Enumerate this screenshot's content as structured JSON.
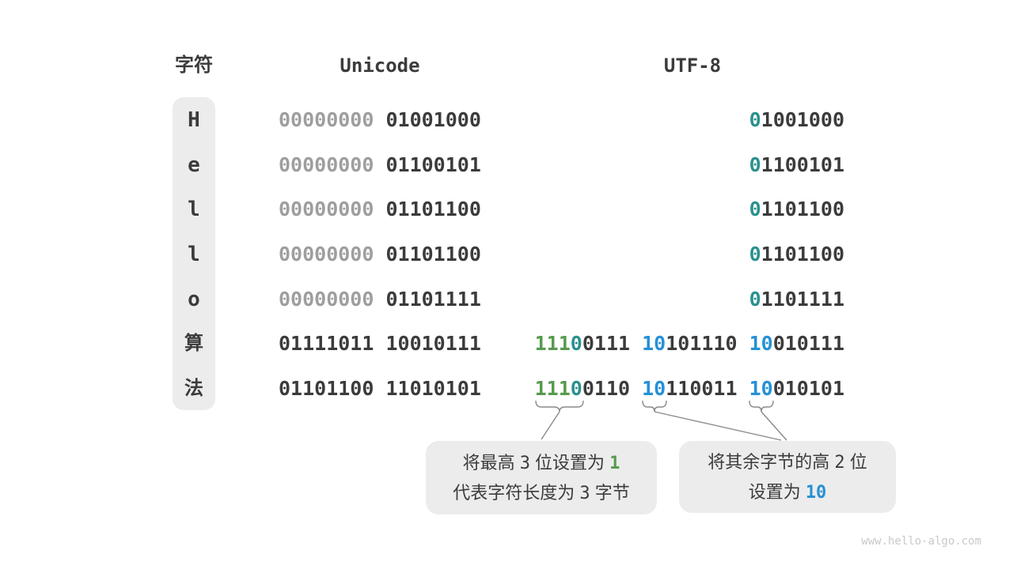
{
  "colors": {
    "dark": "#3b3b3b",
    "gray": "#9e9e9e",
    "green": "#579a4e",
    "teal": "#2a918e",
    "blue": "#2590d6",
    "boxbg": "#ececec",
    "stroke": "#8a8a8a",
    "watermark": "#c9c9c9"
  },
  "header": {
    "char": "字符",
    "unicode": "Unicode",
    "utf8": "UTF-8"
  },
  "rows": [
    {
      "char": "H",
      "unicode": [
        [
          "00000000",
          "gray"
        ],
        [
          " 01001000",
          "dark"
        ]
      ],
      "utf8": [
        [
          "0",
          "teal"
        ],
        [
          "1001000",
          "dark"
        ]
      ]
    },
    {
      "char": "e",
      "unicode": [
        [
          "00000000",
          "gray"
        ],
        [
          " 01100101",
          "dark"
        ]
      ],
      "utf8": [
        [
          "0",
          "teal"
        ],
        [
          "1100101",
          "dark"
        ]
      ]
    },
    {
      "char": "l",
      "unicode": [
        [
          "00000000",
          "gray"
        ],
        [
          " 01101100",
          "dark"
        ]
      ],
      "utf8": [
        [
          "0",
          "teal"
        ],
        [
          "1101100",
          "dark"
        ]
      ]
    },
    {
      "char": "l",
      "unicode": [
        [
          "00000000",
          "gray"
        ],
        [
          " 01101100",
          "dark"
        ]
      ],
      "utf8": [
        [
          "0",
          "teal"
        ],
        [
          "1101100",
          "dark"
        ]
      ]
    },
    {
      "char": "o",
      "unicode": [
        [
          "00000000",
          "gray"
        ],
        [
          " 01101111",
          "dark"
        ]
      ],
      "utf8": [
        [
          "0",
          "teal"
        ],
        [
          "1101111",
          "dark"
        ]
      ]
    },
    {
      "char": "算",
      "unicode": [
        [
          "01111011 10010111",
          "dark"
        ]
      ],
      "utf8": [
        [
          "111",
          "green"
        ],
        [
          "0",
          "teal"
        ],
        [
          "0111 ",
          "dark"
        ],
        [
          "10",
          "blue"
        ],
        [
          "101110 ",
          "dark"
        ],
        [
          "10",
          "blue"
        ],
        [
          "010111",
          "dark"
        ]
      ]
    },
    {
      "char": "法",
      "unicode": [
        [
          "01101100 11010101",
          "dark"
        ]
      ],
      "utf8": [
        [
          "111",
          "green"
        ],
        [
          "0",
          "teal"
        ],
        [
          "0110 ",
          "dark"
        ],
        [
          "10",
          "blue"
        ],
        [
          "110011 ",
          "dark"
        ],
        [
          "10",
          "blue"
        ],
        [
          "010101",
          "dark"
        ]
      ]
    }
  ],
  "callouts": {
    "leading": {
      "line1": [
        [
          "将最高 ",
          "txt"
        ],
        [
          "3",
          "num"
        ],
        [
          " 位设置为 ",
          "txt"
        ],
        [
          "1",
          "num-green"
        ]
      ],
      "line2": [
        [
          "代表字符长度为 ",
          "txt"
        ],
        [
          "3",
          "num"
        ],
        [
          " 字节",
          "txt"
        ]
      ]
    },
    "continuation": {
      "line1": [
        [
          "将其余字节的高 ",
          "txt"
        ],
        [
          "2",
          "num"
        ],
        [
          " 位",
          "txt"
        ]
      ],
      "line2": [
        [
          "设置为 ",
          "txt"
        ],
        [
          "10",
          "num-blue"
        ]
      ]
    }
  },
  "watermark": "www.hello-algo.com"
}
